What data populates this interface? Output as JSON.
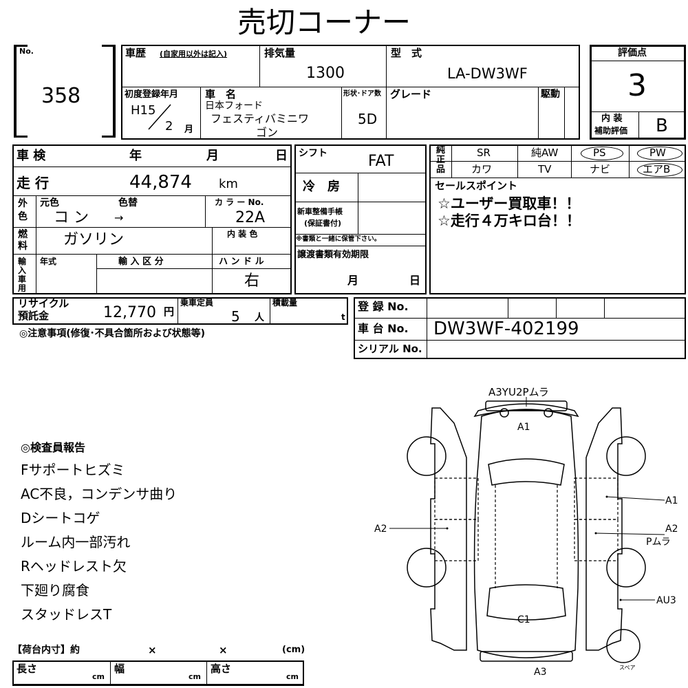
{
  "title": "売切コーナー",
  "lot": {
    "label": "No.",
    "number": "358"
  },
  "history": {
    "label": "車歴",
    "note": "(自家用以外は記入)"
  },
  "displacement": {
    "label": "排気量",
    "value": "1300"
  },
  "model_code": {
    "label": "型　式",
    "value": "LA-DW3WF"
  },
  "rating": {
    "label": "評価点",
    "value": "3",
    "interior_label_1": "内 装",
    "interior_label_2": "補助評価",
    "interior_value": "B"
  },
  "first_reg": {
    "label": "初度登録年月",
    "year": "H15",
    "month": "2",
    "month_unit": "月"
  },
  "car_name": {
    "label": "車　名",
    "maker": "日本フォード",
    "name_1": "フェスティバミニワ",
    "name_2": "ゴン"
  },
  "doors": {
    "label": "形状･ドア数",
    "value": "5D"
  },
  "grade": {
    "label": "グレード"
  },
  "drive": {
    "label": "駆動"
  },
  "inspection": {
    "label": "車 検",
    "year": "年",
    "month": "月",
    "day": "日"
  },
  "mileage": {
    "label": "走 行",
    "value": "44,874",
    "unit": "km"
  },
  "shift": {
    "label": "シフト",
    "value": "FAT"
  },
  "ac": {
    "label": "冷　房"
  },
  "manual": {
    "label_1": "新車整備手帳",
    "label_2": "(保証書付)",
    "note": "※書類と一緒に保管下さい。"
  },
  "color": {
    "label_1": "外",
    "label_2": "色",
    "original": "元色",
    "changed": "色替",
    "code_label": "カ ラ ー No.",
    "orig_value": "コ ン",
    "arrow": "→",
    "code_value": "22A"
  },
  "fuel": {
    "label_1": "燃",
    "label_2": "料",
    "value": "ガソリン",
    "interior_color": "内 装 色"
  },
  "import": {
    "label": "輸入車用",
    "year": "年式",
    "category": "輸 入 区 分",
    "handle": "ハ ン ド ル",
    "handle_value": "右"
  },
  "transfer": {
    "label": "譲渡書類有効期限",
    "month": "月",
    "day": "日"
  },
  "options": {
    "label": "純正品",
    "items": [
      "SR",
      "純AW",
      "PS",
      "PW",
      "カワ",
      "TV",
      "ナビ",
      "エアB"
    ]
  },
  "sales_point": {
    "label": "セールスポイント",
    "line1": "☆ユーザー買取車！！",
    "line2": "☆走行４万キロ台！！"
  },
  "recycle": {
    "label_1": "リサイクル",
    "label_2": "預託金",
    "value": "12,770",
    "unit": "円"
  },
  "capacity": {
    "label": "乗車定員",
    "value": "5",
    "unit": "人"
  },
  "load": {
    "label": "積載量",
    "unit": "t"
  },
  "reg_no": {
    "label": "登 録 No."
  },
  "chassis": {
    "label": "車 台 No.",
    "value": "DW3WF-402199"
  },
  "serial": {
    "label": "シリアル No."
  },
  "notes_title": "◎注意事項(修復･不具合箇所および状態等)",
  "inspector": {
    "title": "◎検査員報告",
    "items": [
      "Fサポートヒズミ",
      "AC不良，コンデンサ曲り",
      "Dシートコゲ",
      "ルーム内一部汚れ",
      "Rヘッドレスト欠",
      "下廻り腐食",
      "スタッドレスT"
    ]
  },
  "cargo": {
    "title": "【荷台内寸】約",
    "x": "×",
    "cm": "(cm)",
    "length": "長さ",
    "width": "幅",
    "height": "高さ",
    "unit": "cm"
  },
  "diagram": {
    "top_label": "A3YU2Pムラ",
    "a1_front": "A1",
    "a1_right": "A1",
    "a2_left": "A2",
    "a2_right": "A2",
    "p_mura": "Pムラ",
    "au3": "AU3",
    "c1": "C1",
    "a3_rear": "A3",
    "spare": "スペア"
  }
}
